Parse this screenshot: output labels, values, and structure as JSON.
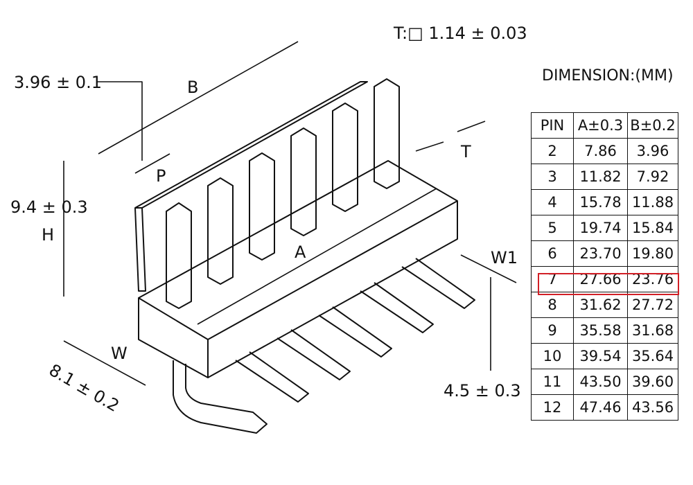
{
  "colors": {
    "line": "#111111",
    "highlight": "#d21f26",
    "background": "#ffffff"
  },
  "thickness": "T:□ 1.14 ± 0.03",
  "dimension_title": "DIMENSION:(MM)",
  "callouts": {
    "pitch": "3.96 ± 0.1",
    "height": "9.4 ± 0.3",
    "width": "8.1 ± 0.2",
    "pin_length": "4.5 ± 0.3"
  },
  "letters": {
    "B": "B",
    "P": "P",
    "T": "T",
    "H": "H",
    "A": "A",
    "W": "W",
    "W1": "W1"
  },
  "table": {
    "headers": [
      "PIN",
      "A±0.3",
      "B±0.2"
    ],
    "rows": [
      [
        "2",
        "7.86",
        "3.96"
      ],
      [
        "3",
        "11.82",
        "7.92"
      ],
      [
        "4",
        "15.78",
        "11.88"
      ],
      [
        "5",
        "19.74",
        "15.84"
      ],
      [
        "6",
        "23.70",
        "19.80"
      ],
      [
        "7",
        "27.66",
        "23.76"
      ],
      [
        "8",
        "31.62",
        "27.72"
      ],
      [
        "9",
        "35.58",
        "31.68"
      ],
      [
        "10",
        "39.54",
        "35.64"
      ],
      [
        "11",
        "43.50",
        "39.60"
      ],
      [
        "12",
        "47.46",
        "43.56"
      ]
    ],
    "highlighted_pin": "7"
  }
}
